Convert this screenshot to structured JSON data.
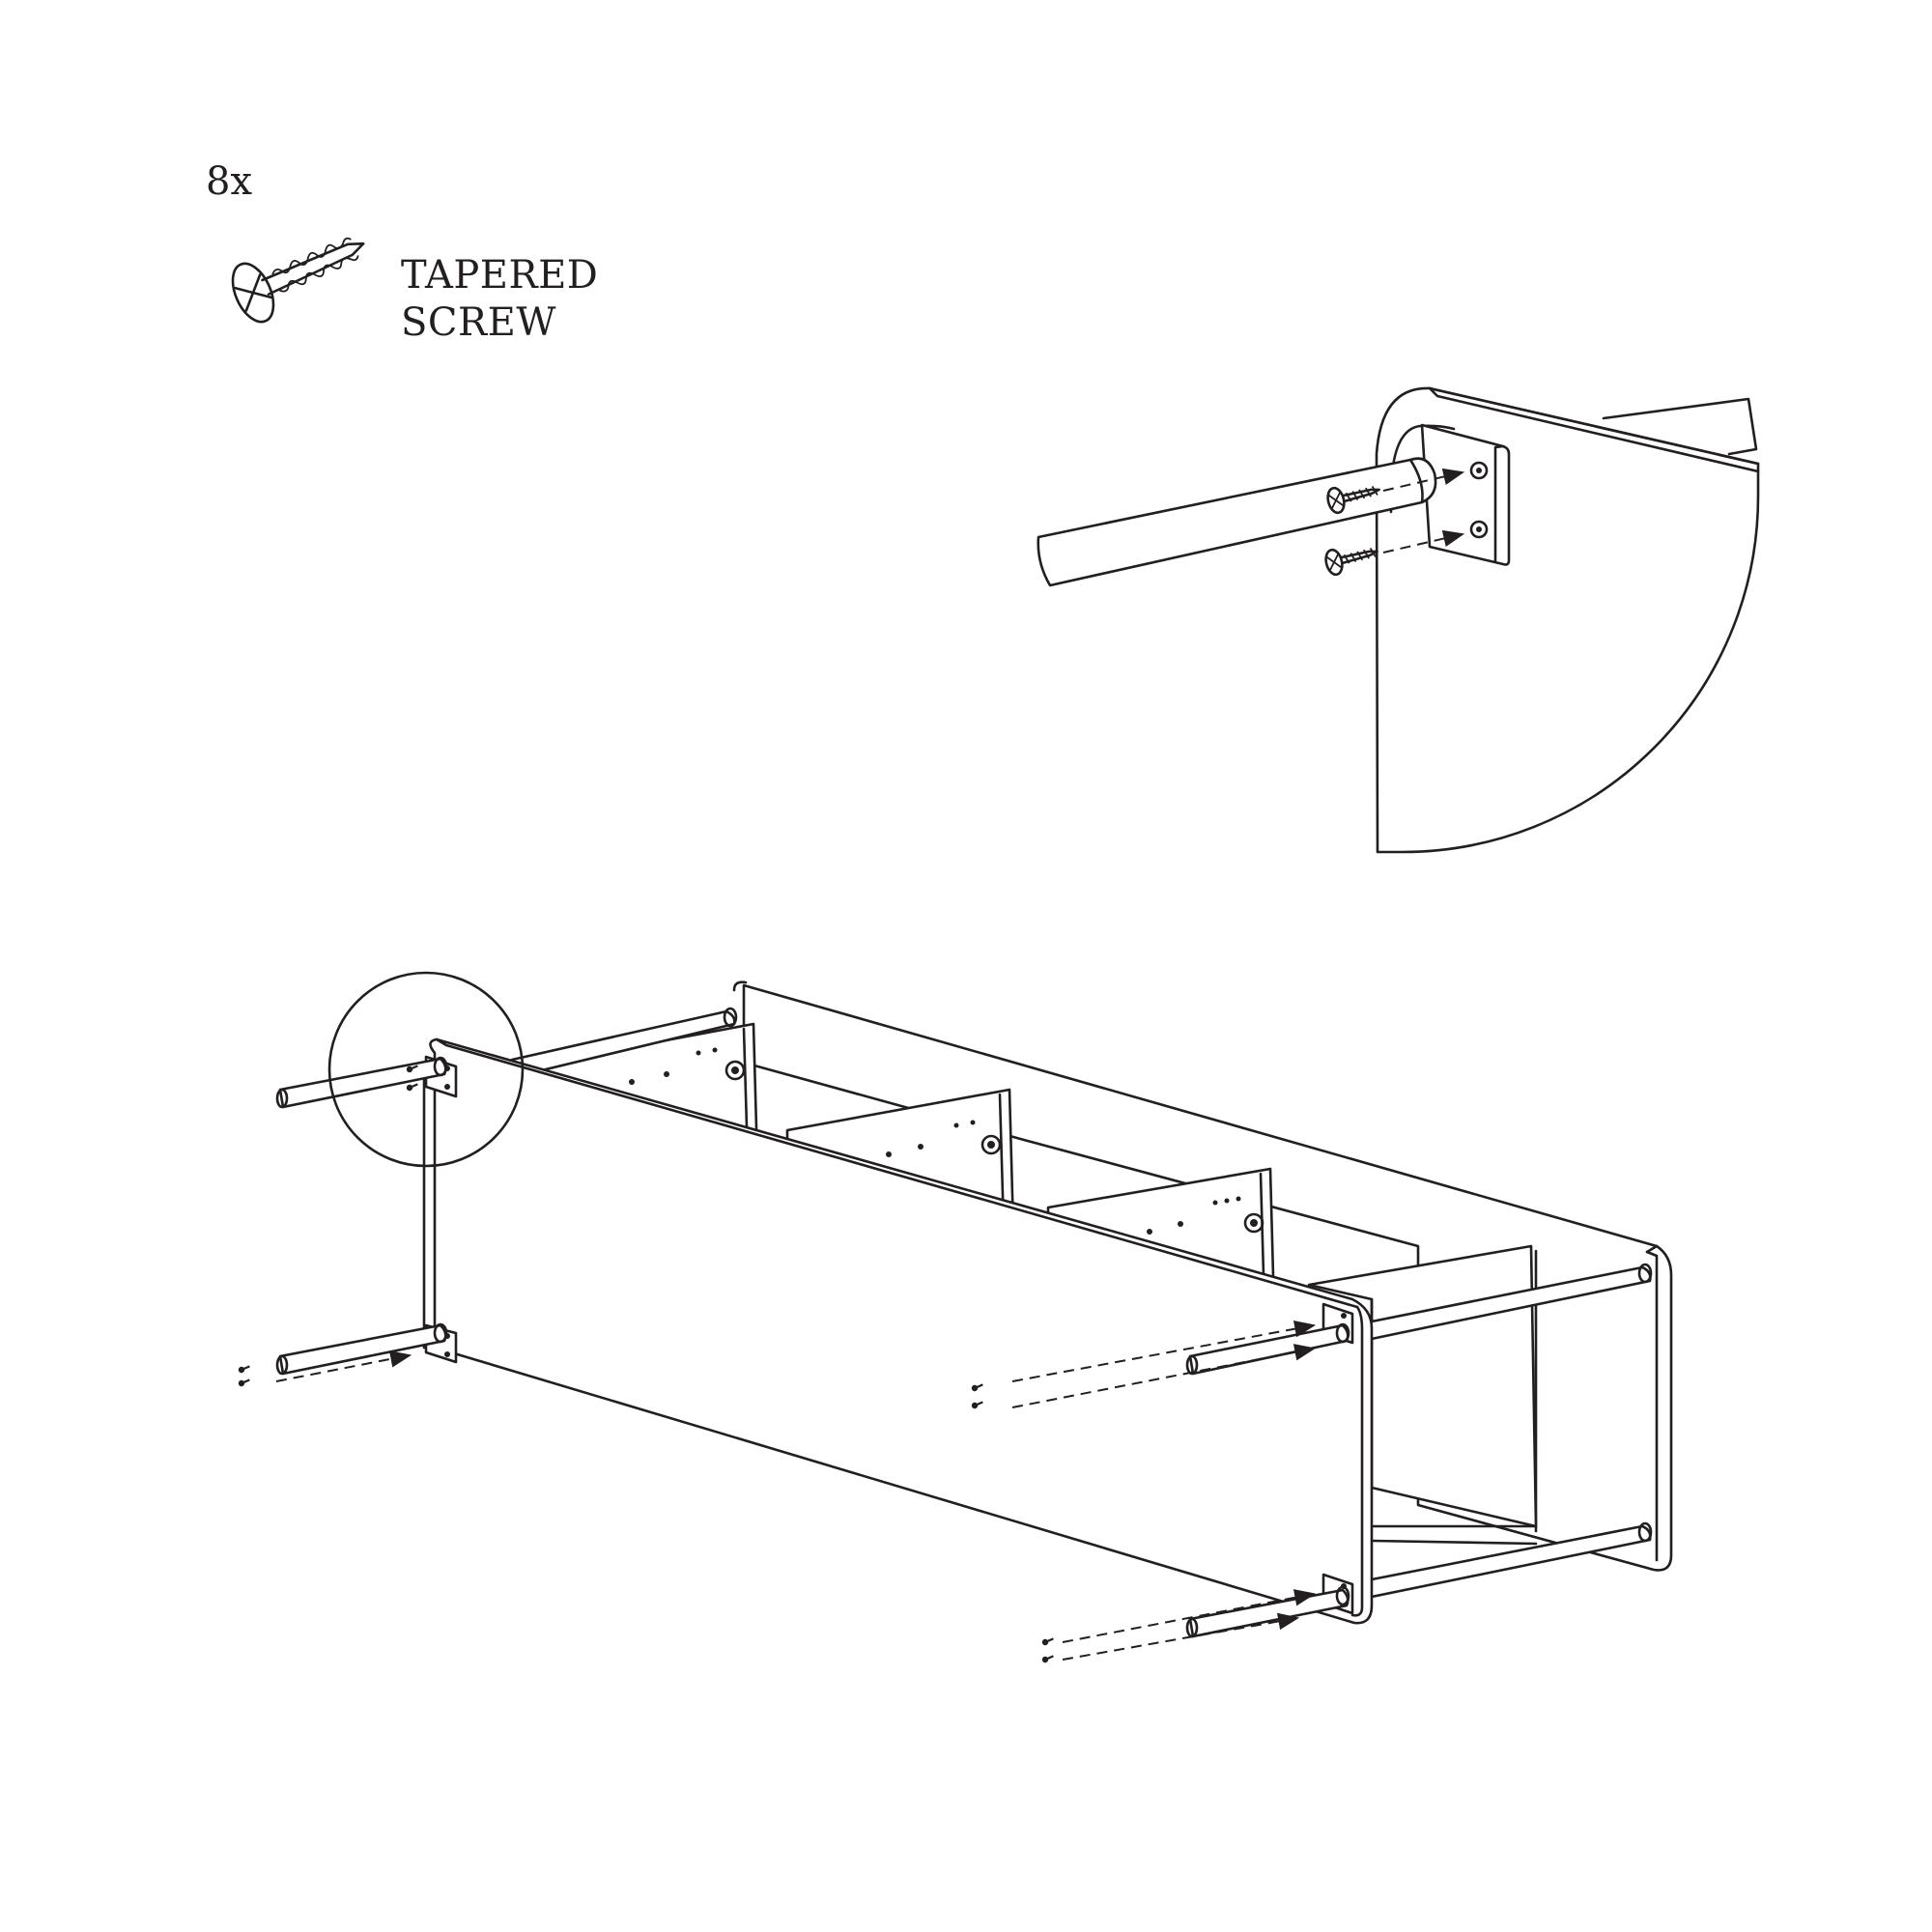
{
  "hardware": {
    "quantity": "8x",
    "name_line1": "TAPERED",
    "name_line2": "SCREW",
    "icon": "tapered-screw-icon"
  },
  "colors": {
    "ink": "#231f20",
    "paper": "#ffffff"
  }
}
